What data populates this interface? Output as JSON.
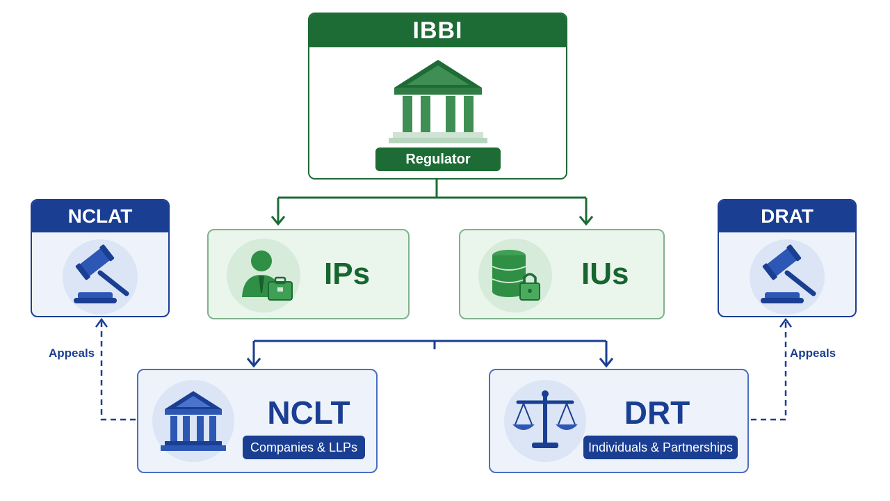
{
  "regulator": {
    "title": "IBBI",
    "role": "Regulator",
    "icon": "building-columns-icon"
  },
  "entities": [
    {
      "label": "IPs",
      "icon": "professional-with-briefcase-icon"
    },
    {
      "label": "IUs",
      "icon": "database-lock-icon"
    }
  ],
  "tribunals": [
    {
      "label": "NCLAT",
      "icon": "gavel-icon"
    },
    {
      "label": "DRAT",
      "icon": "gavel-icon"
    }
  ],
  "courts": [
    {
      "label": "NCLT",
      "scope": "Companies & LLPs",
      "icon": "courthouse-icon"
    },
    {
      "label": "DRT",
      "scope": "Individuals & Partnerships",
      "icon": "scales-icon"
    }
  ],
  "appeals": {
    "left": "Appeals",
    "right": "Appeals"
  },
  "colors": {
    "green": "#1d6b35",
    "blue": "#1a3e92",
    "light_green": "#eaf5ec",
    "light_blue": "#eef3fb"
  }
}
